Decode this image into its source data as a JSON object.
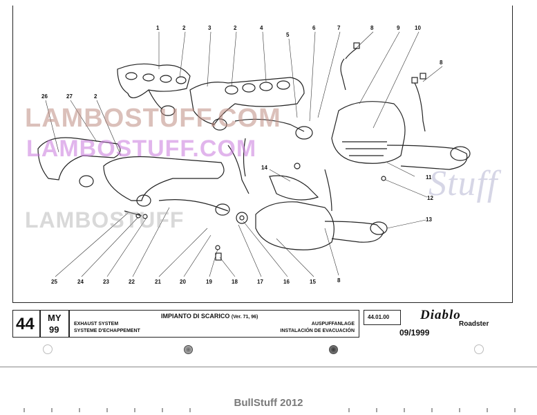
{
  "header": {
    "page_number": "44",
    "model_year_label": "MY",
    "model_year": "99",
    "title_it": "IMPIANTO DI SCARICO",
    "title_version": "(Ver. 71, 96)",
    "title_en": "EXHAUST SYSTEM",
    "title_fr": "SYSTEME D'ECHAPPEMENT",
    "title_de": "AUSPUFFANLAGE",
    "title_es": "INSTALACIÓN DE EVACUACIÓN",
    "code": "44.01.00",
    "brand": "Diablo",
    "brand_sub": "Roadster",
    "date": "09/1999"
  },
  "watermarks": [
    "LAMBOSTUFF.COM",
    "LAMBOSTUFF.COM",
    "LAMBOSTUFF",
    "Stuff"
  ],
  "callouts_top": [
    "1",
    "2",
    "3",
    "2",
    "4",
    "5",
    "6",
    "7",
    "8",
    "9",
    "10",
    "8"
  ],
  "callouts_left": [
    "26",
    "27",
    "2"
  ],
  "callouts_right": [
    "11",
    "12",
    "13"
  ],
  "callouts_mid": [
    "14"
  ],
  "callouts_bottom": [
    "25",
    "24",
    "23",
    "22",
    "21",
    "20",
    "19",
    "18",
    "17",
    "16",
    "15",
    "8"
  ],
  "footer": {
    "text": "BullStuff 2012"
  }
}
